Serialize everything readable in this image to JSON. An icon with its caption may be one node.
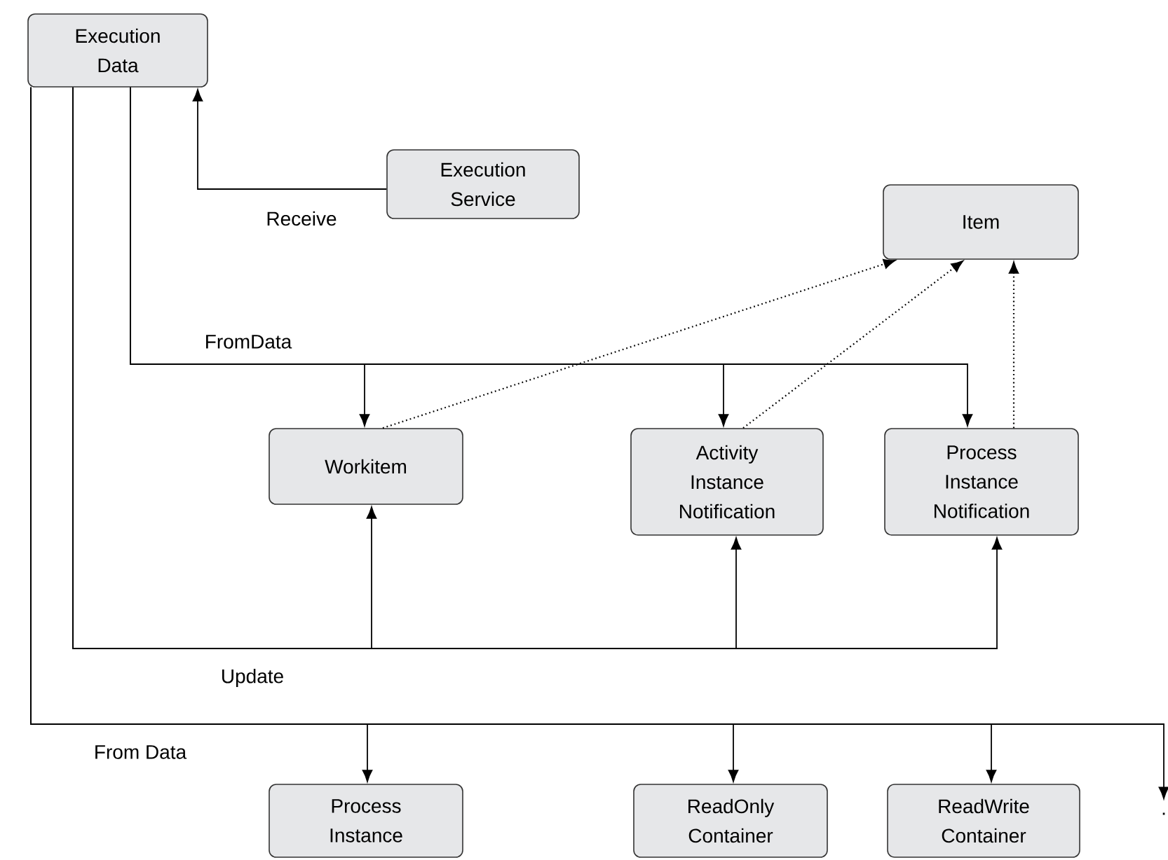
{
  "diagram": {
    "nodes": [
      {
        "text": [
          "Execution Data"
        ]
      },
      {
        "text": [
          "Execution Service"
        ]
      },
      {
        "text": [
          "Item"
        ]
      },
      {
        "text": [
          "Workitem"
        ]
      },
      {
        "text": [
          "Activity Instance Notification"
        ]
      },
      {
        "text": [
          "Process Instance Notification"
        ]
      },
      {
        "text": [
          "Process Instance"
        ]
      },
      {
        "text": [
          "ReadOnly Container"
        ]
      },
      {
        "text": [
          "ReadWrite Container"
        ]
      },
      {
        "text": [
          "."
        ]
      }
    ],
    "edges": [
      {
        "from": 1,
        "to": 0,
        "arrow": "to",
        "label": "Receive"
      },
      {
        "from": 0,
        "to": 3,
        "arrow": "to",
        "label": "FromData"
      },
      {
        "from": 0,
        "to": 4,
        "arrow": "to"
      },
      {
        "from": 0,
        "to": 5,
        "arrow": "to"
      },
      {
        "from": 3,
        "to": 2,
        "arrow": "to",
        "style": "dashed"
      },
      {
        "from": 4,
        "to": 2,
        "arrow": "to",
        "style": "dashed"
      },
      {
        "from": 5,
        "to": 2,
        "arrow": "to",
        "style": "dashed"
      },
      {
        "from": 0,
        "to": 3,
        "arrow": "to",
        "label": "Update"
      },
      {
        "from": 0,
        "to": 4,
        "arrow": "to"
      },
      {
        "from": 0,
        "to": 5,
        "arrow": "to"
      },
      {
        "from": 0,
        "to": 6,
        "arrow": "to",
        "label": "From Data"
      },
      {
        "from": 0,
        "to": 7,
        "arrow": "to"
      },
      {
        "from": 0,
        "to": 8,
        "arrow": "to"
      },
      {
        "from": 0,
        "to": 9,
        "arrow": "to"
      }
    ]
  }
}
